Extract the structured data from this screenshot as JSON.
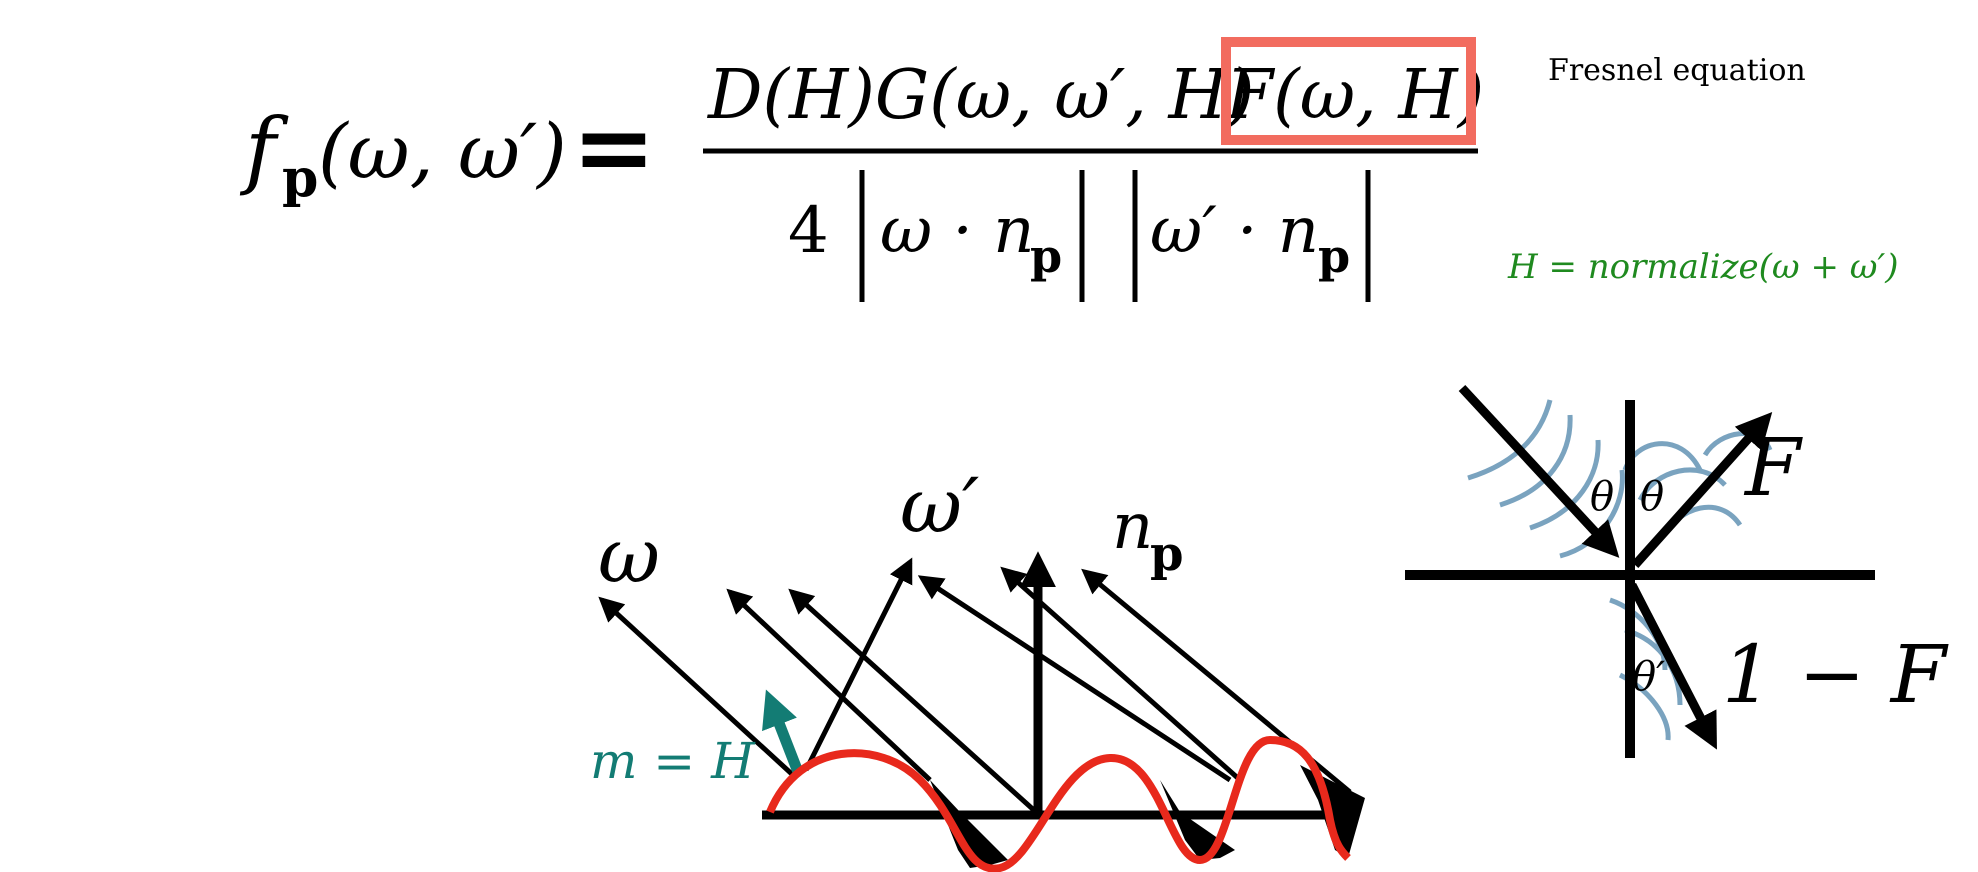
{
  "formula": {
    "lhs_f": "f",
    "lhs_sub": "p",
    "lhs_args": "(ω, ω′)",
    "equals": "=",
    "num_part1": "D(H)G(ω, ω′, H)",
    "num_part2": "F(ω, H)",
    "den_four": "4",
    "den_left": "ω · n",
    "den_right": "ω′ · n",
    "den_sub": "p"
  },
  "annotations": {
    "fresnel_label": "Fresnel equation",
    "halfvector": "H = normalize(ω + ω′)",
    "highlight_color": "#f26c5f",
    "halfvector_color": "#1f8a1f"
  },
  "microfacet": {
    "label_omega": "ω",
    "label_omega_prime": "ω′",
    "label_n": "n",
    "label_n_sub": "p",
    "label_mh": "m = H",
    "curve_color": "#e8291c",
    "mh_color": "#137c74"
  },
  "fresnel": {
    "label_theta_left": "θ",
    "label_theta_right": "θ",
    "label_theta_prime": "θ′",
    "label_F": "F",
    "label_one_minus_F": "1 − F",
    "wave_color": "#7aa3bf"
  }
}
